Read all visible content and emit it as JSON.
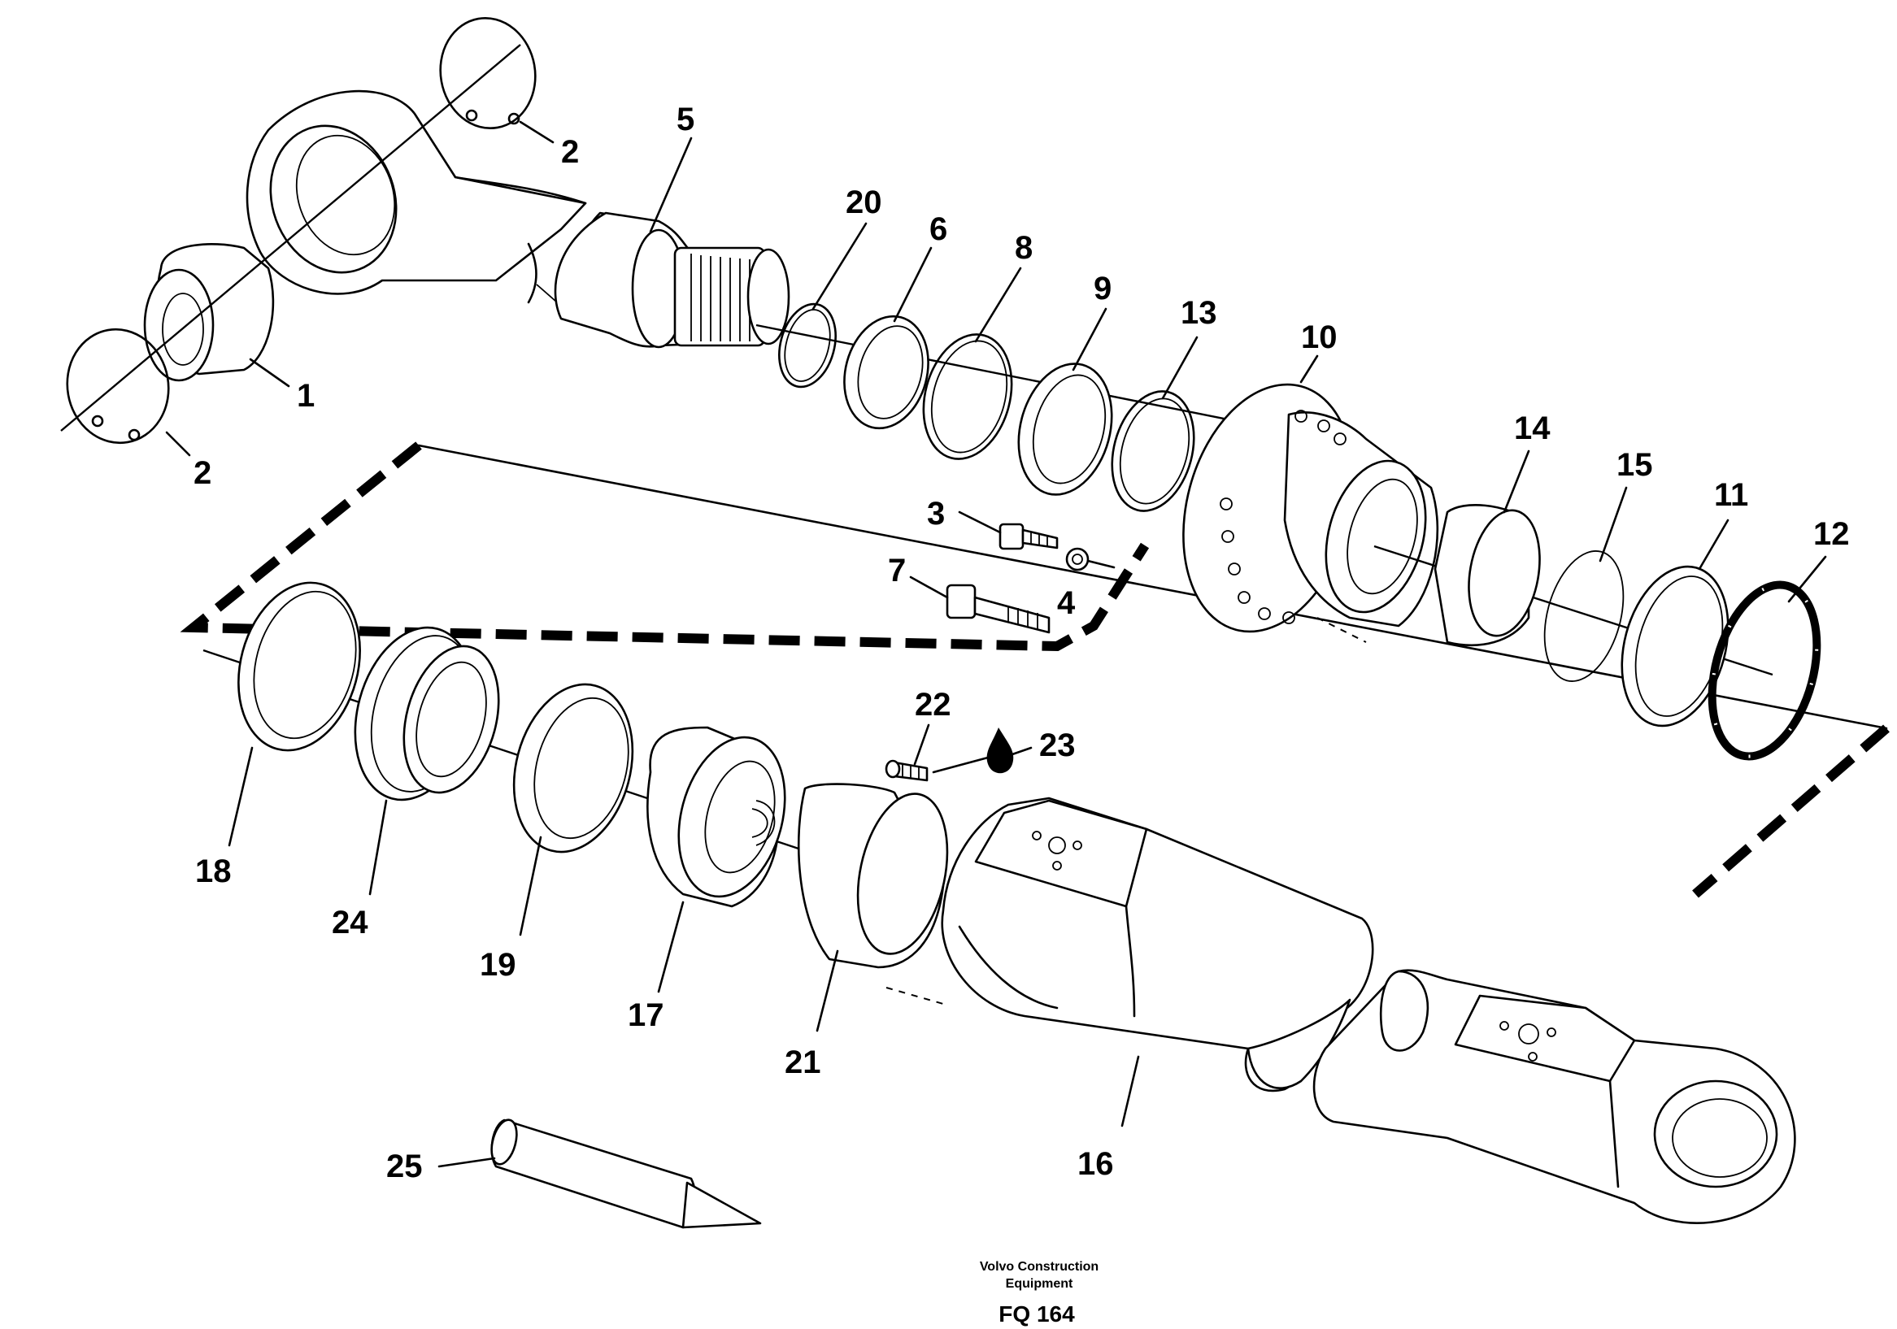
{
  "part_labels": [
    {
      "id": "1",
      "text": "1"
    },
    {
      "id": "2a",
      "text": "2"
    },
    {
      "id": "2b",
      "text": "2"
    },
    {
      "id": "3",
      "text": "3"
    },
    {
      "id": "4",
      "text": "4"
    },
    {
      "id": "5",
      "text": "5"
    },
    {
      "id": "6",
      "text": "6"
    },
    {
      "id": "7",
      "text": "7"
    },
    {
      "id": "8",
      "text": "8"
    },
    {
      "id": "9",
      "text": "9"
    },
    {
      "id": "10",
      "text": "10"
    },
    {
      "id": "11",
      "text": "11"
    },
    {
      "id": "12",
      "text": "12"
    },
    {
      "id": "13",
      "text": "13"
    },
    {
      "id": "14",
      "text": "14"
    },
    {
      "id": "15",
      "text": "15"
    },
    {
      "id": "16",
      "text": "16"
    },
    {
      "id": "17",
      "text": "17"
    },
    {
      "id": "18",
      "text": "18"
    },
    {
      "id": "19",
      "text": "19"
    },
    {
      "id": "20",
      "text": "20"
    },
    {
      "id": "21",
      "text": "21"
    },
    {
      "id": "22",
      "text": "22"
    },
    {
      "id": "23",
      "text": "23"
    },
    {
      "id": "24",
      "text": "24"
    },
    {
      "id": "25",
      "text": "25"
    }
  ],
  "footer": {
    "credit_line1": "Volvo Construction",
    "credit_line2": "Equipment",
    "code": "FQ 164"
  }
}
